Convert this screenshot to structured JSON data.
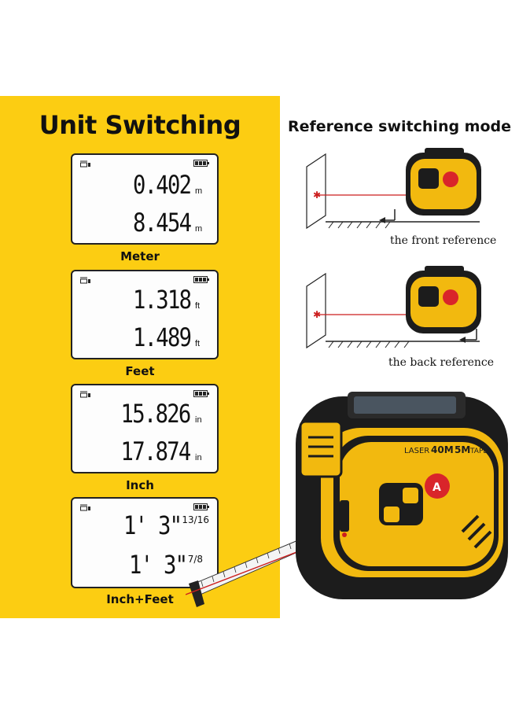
{
  "left_panel": {
    "title": "Unit Switching",
    "background_color": "#fccd12",
    "displays": [
      {
        "label": "Meter",
        "row1": {
          "value": "0.402",
          "unit": "m"
        },
        "row2": {
          "value": "8.454",
          "unit": "m"
        }
      },
      {
        "label": "Feet",
        "row1": {
          "value": "1.318",
          "unit": "ft"
        },
        "row2": {
          "value": "1.489",
          "unit": "ft"
        }
      },
      {
        "label": "Inch",
        "row1": {
          "value": "15.826",
          "unit": "in"
        },
        "row2": {
          "value": "17.874",
          "unit": "in"
        }
      },
      {
        "label": "Inch+Feet",
        "row1": {
          "value": "1' 3\"",
          "fraction": "13/16"
        },
        "row2": {
          "value": "1' 3\"",
          "fraction": "7/8"
        }
      }
    ]
  },
  "right_panel": {
    "title": "Reference switching mode",
    "front_caption": "the front reference",
    "back_caption": "the back reference",
    "laser_color": "#cc1f1f"
  },
  "device": {
    "brand_label_laser": "LASER",
    "brand_label_range": "40M",
    "brand_label_tape": "5M",
    "brand_label_tape_word": "TAPE",
    "accent_color": "#f2b90f",
    "body_color": "#1c1c1c"
  }
}
